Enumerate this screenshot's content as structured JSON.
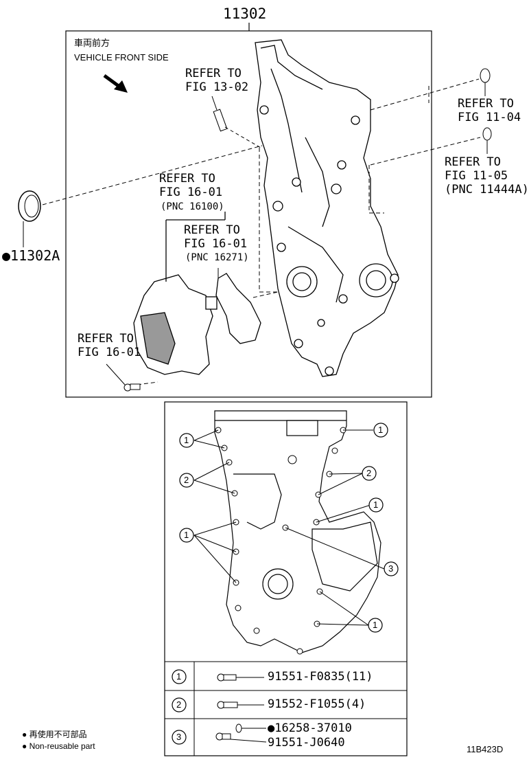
{
  "diagram": {
    "main_part_number": "11302",
    "front_side_ja": "車両前方",
    "front_side_en": "VEHICLE FRONT SIDE",
    "seal_part": "●11302A",
    "ref_13_02": [
      "REFER TO",
      "FIG 13-02"
    ],
    "ref_11_04": [
      "REFER TO",
      "FIG 11-04"
    ],
    "ref_11_05": [
      "REFER TO",
      "FIG 11-05",
      "(PNC 11444A)"
    ],
    "ref_16_01_a": [
      "REFER TO",
      "FIG 16-01",
      "(PNC 16100)"
    ],
    "ref_16_01_b": [
      "REFER TO",
      "FIG 16-01",
      "(PNC 16271)"
    ],
    "ref_16_01_c": [
      "REFER TO",
      "FIG 16-01"
    ],
    "bolt_callouts": [
      "1",
      "1",
      "2",
      "2",
      "1",
      "1",
      "3",
      "1"
    ],
    "legend_rows": [
      {
        "num": "1",
        "part": "91551-F0835(11)"
      },
      {
        "num": "2",
        "part": "91552-F1055(4)"
      },
      {
        "num": "3",
        "part": "●16258-37010",
        "part2": "91551-J0640"
      }
    ],
    "footnote_ja": "● 再使用不可部品",
    "footnote_en": "● Non-reusable part",
    "figure_code": "11B423D"
  }
}
